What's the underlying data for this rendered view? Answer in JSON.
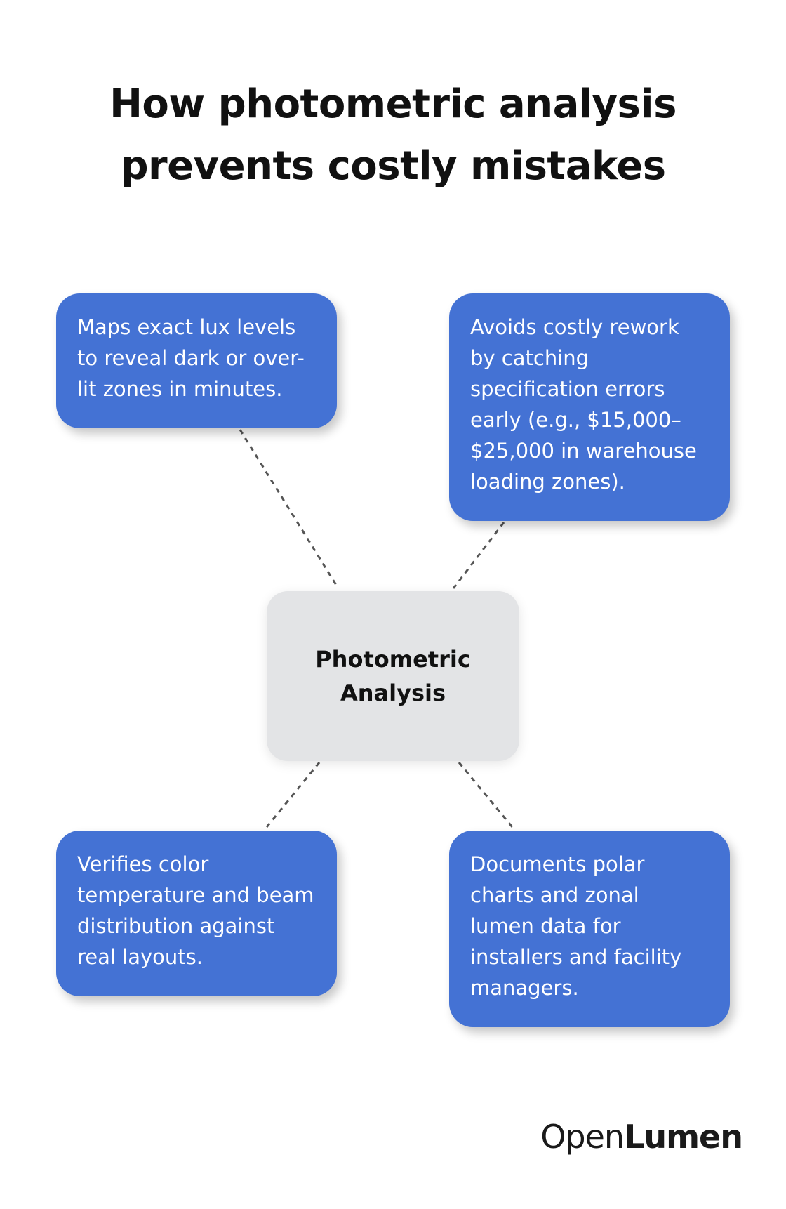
{
  "title": {
    "line1": "How photometric analysis",
    "line2": "prevents costly mistakes"
  },
  "center": {
    "line1": "Photometric",
    "line2": "Analysis"
  },
  "boxes": {
    "top_left": "Maps exact lux levels to reveal dark or over-lit zones in minutes.",
    "top_right": "Avoids costly rework by catching specification errors early (e.g., $15,000–$25,000 in warehouse loading zones).",
    "bottom_left": "Verifies color temperature and beam distribution against real layouts.",
    "bottom_right": "Documents polar charts and zonal lumen data for installers and facility managers."
  },
  "logo": {
    "part1": "Open",
    "part2": "Lumen"
  },
  "colors": {
    "box_fill": "#4472d4",
    "center_fill": "#e3e4e6",
    "connector": "#555555"
  }
}
